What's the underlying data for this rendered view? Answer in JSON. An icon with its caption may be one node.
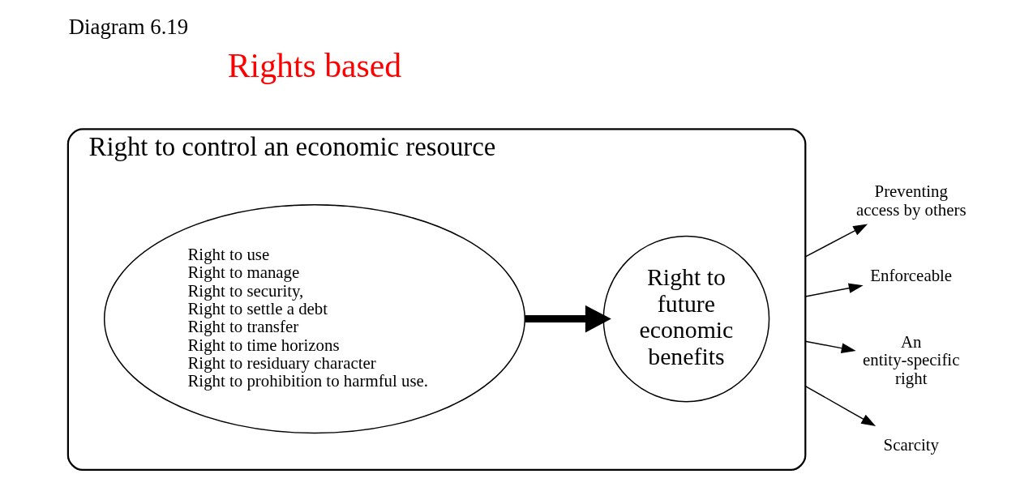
{
  "diagram": {
    "title": "Diagram 6.19",
    "nodes": [
      {
        "text": [
          "Right to control an economic resource"
        ]
      },
      {
        "text": [
          "Right to use",
          "Right to manage",
          "Right to security,",
          "Right to settle a debt",
          "Right to transfer",
          "Right to time horizons",
          "Right to residuary character",
          "Right to prohibition to harmful use."
        ],
        "in": 0
      },
      {
        "text": [
          "Right to future economic benefits"
        ],
        "in": 0
      },
      {
        "text": [
          "Preventing access by others"
        ]
      },
      {
        "text": [
          "Enforceable"
        ]
      },
      {
        "text": [
          "An entity-specific right"
        ]
      },
      {
        "text": [
          "Scarcity"
        ]
      }
    ],
    "edges": [
      {
        "from": 1,
        "to": 2,
        "arrow": "to",
        "style": "thick"
      },
      {
        "from": 0,
        "to": 3,
        "arrow": "to"
      },
      {
        "from": 0,
        "to": 4,
        "arrow": "to"
      },
      {
        "from": 0,
        "to": 5,
        "arrow": "to"
      },
      {
        "from": 0,
        "to": 6,
        "arrow": "to"
      }
    ],
    "labels": [
      "Rights based"
    ]
  }
}
